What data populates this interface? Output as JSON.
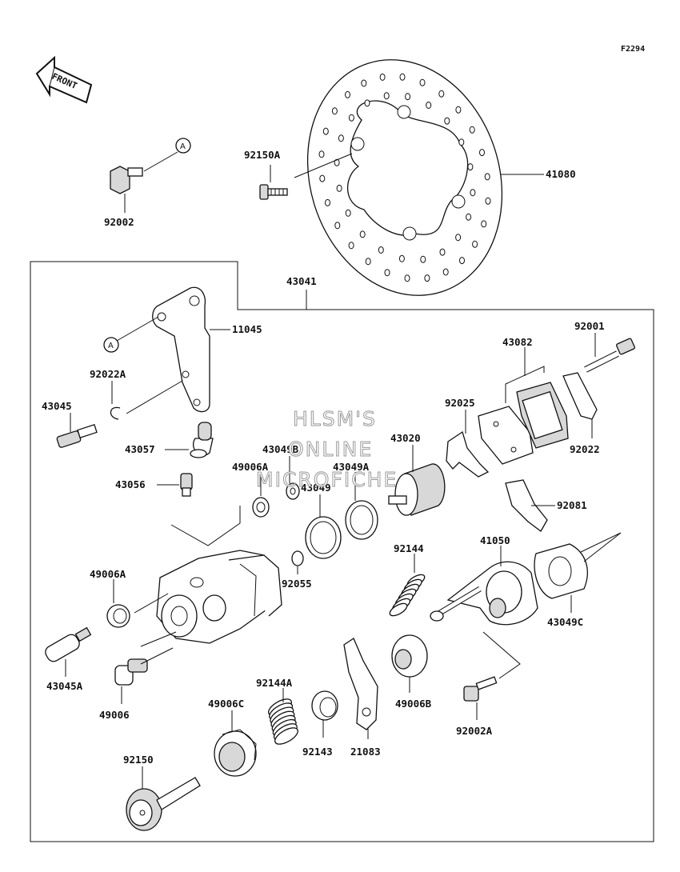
{
  "diagram_code": "F2294",
  "front_label": "FRONT",
  "callout_letter": "A",
  "watermark": [
    "HLSM'S",
    "ONLINE",
    "MICROFICHE"
  ],
  "assembly_label": "43041",
  "parts": {
    "p92002": "92002",
    "p92150A": "92150A",
    "p41080": "41080",
    "p11045": "11045",
    "p92001": "92001",
    "p43082": "43082",
    "p92022A": "92022A",
    "p43045": "43045",
    "p92025": "92025",
    "p92022": "92022",
    "p43057": "43057",
    "p43049B": "43049B",
    "p43020": "43020",
    "p49006A_top": "49006A",
    "p43049A": "43049A",
    "p43056": "43056",
    "p43049": "43049",
    "p92081": "92081",
    "p92144": "92144",
    "p41050": "41050",
    "p49006A_left": "49006A",
    "p92055": "92055",
    "p43049C": "43049C",
    "p43045A": "43045A",
    "p92144A": "92144A",
    "p49006": "49006",
    "p49006C": "49006C",
    "p49006B": "49006B",
    "p92143": "92143",
    "p21083": "21083",
    "p92002A": "92002A",
    "p92150": "92150"
  }
}
